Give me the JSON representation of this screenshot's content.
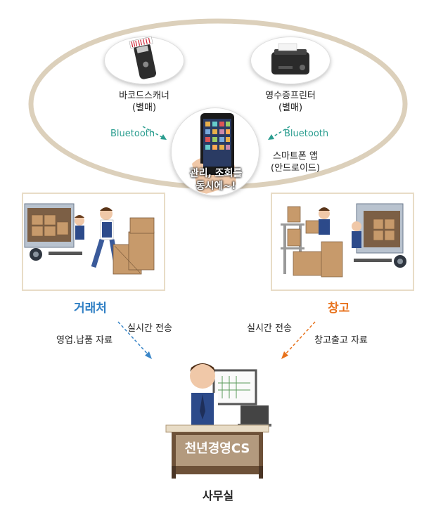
{
  "devices": {
    "barcode_scanner": {
      "name": "바코드스캐너",
      "note": "(별매)"
    },
    "receipt_printer": {
      "name": "영수증프린터",
      "note": "(별매)"
    },
    "bluetooth_left": "Bluetooth",
    "bluetooth_right": "Bluetooth",
    "smartphone_app": {
      "line1": "스마트폰 앱",
      "line2": "(안드로이드)"
    },
    "phone_caption": {
      "line1": "관리, 조회를",
      "line2": "동시에~!"
    }
  },
  "nodes": {
    "client": "거래처",
    "warehouse": "창고",
    "office": "사무실",
    "office_sign": "천년경영CS"
  },
  "flows": {
    "client_realtime": "실시간 전송",
    "client_data": "영업.납품 자료",
    "warehouse_realtime": "실시간 전송",
    "warehouse_data": "창고출고 자료"
  },
  "colors": {
    "ellipse": "#d9cdb8",
    "bluetooth": "#2a9d8f",
    "client": "#2f7fc4",
    "warehouse": "#e8721c"
  }
}
